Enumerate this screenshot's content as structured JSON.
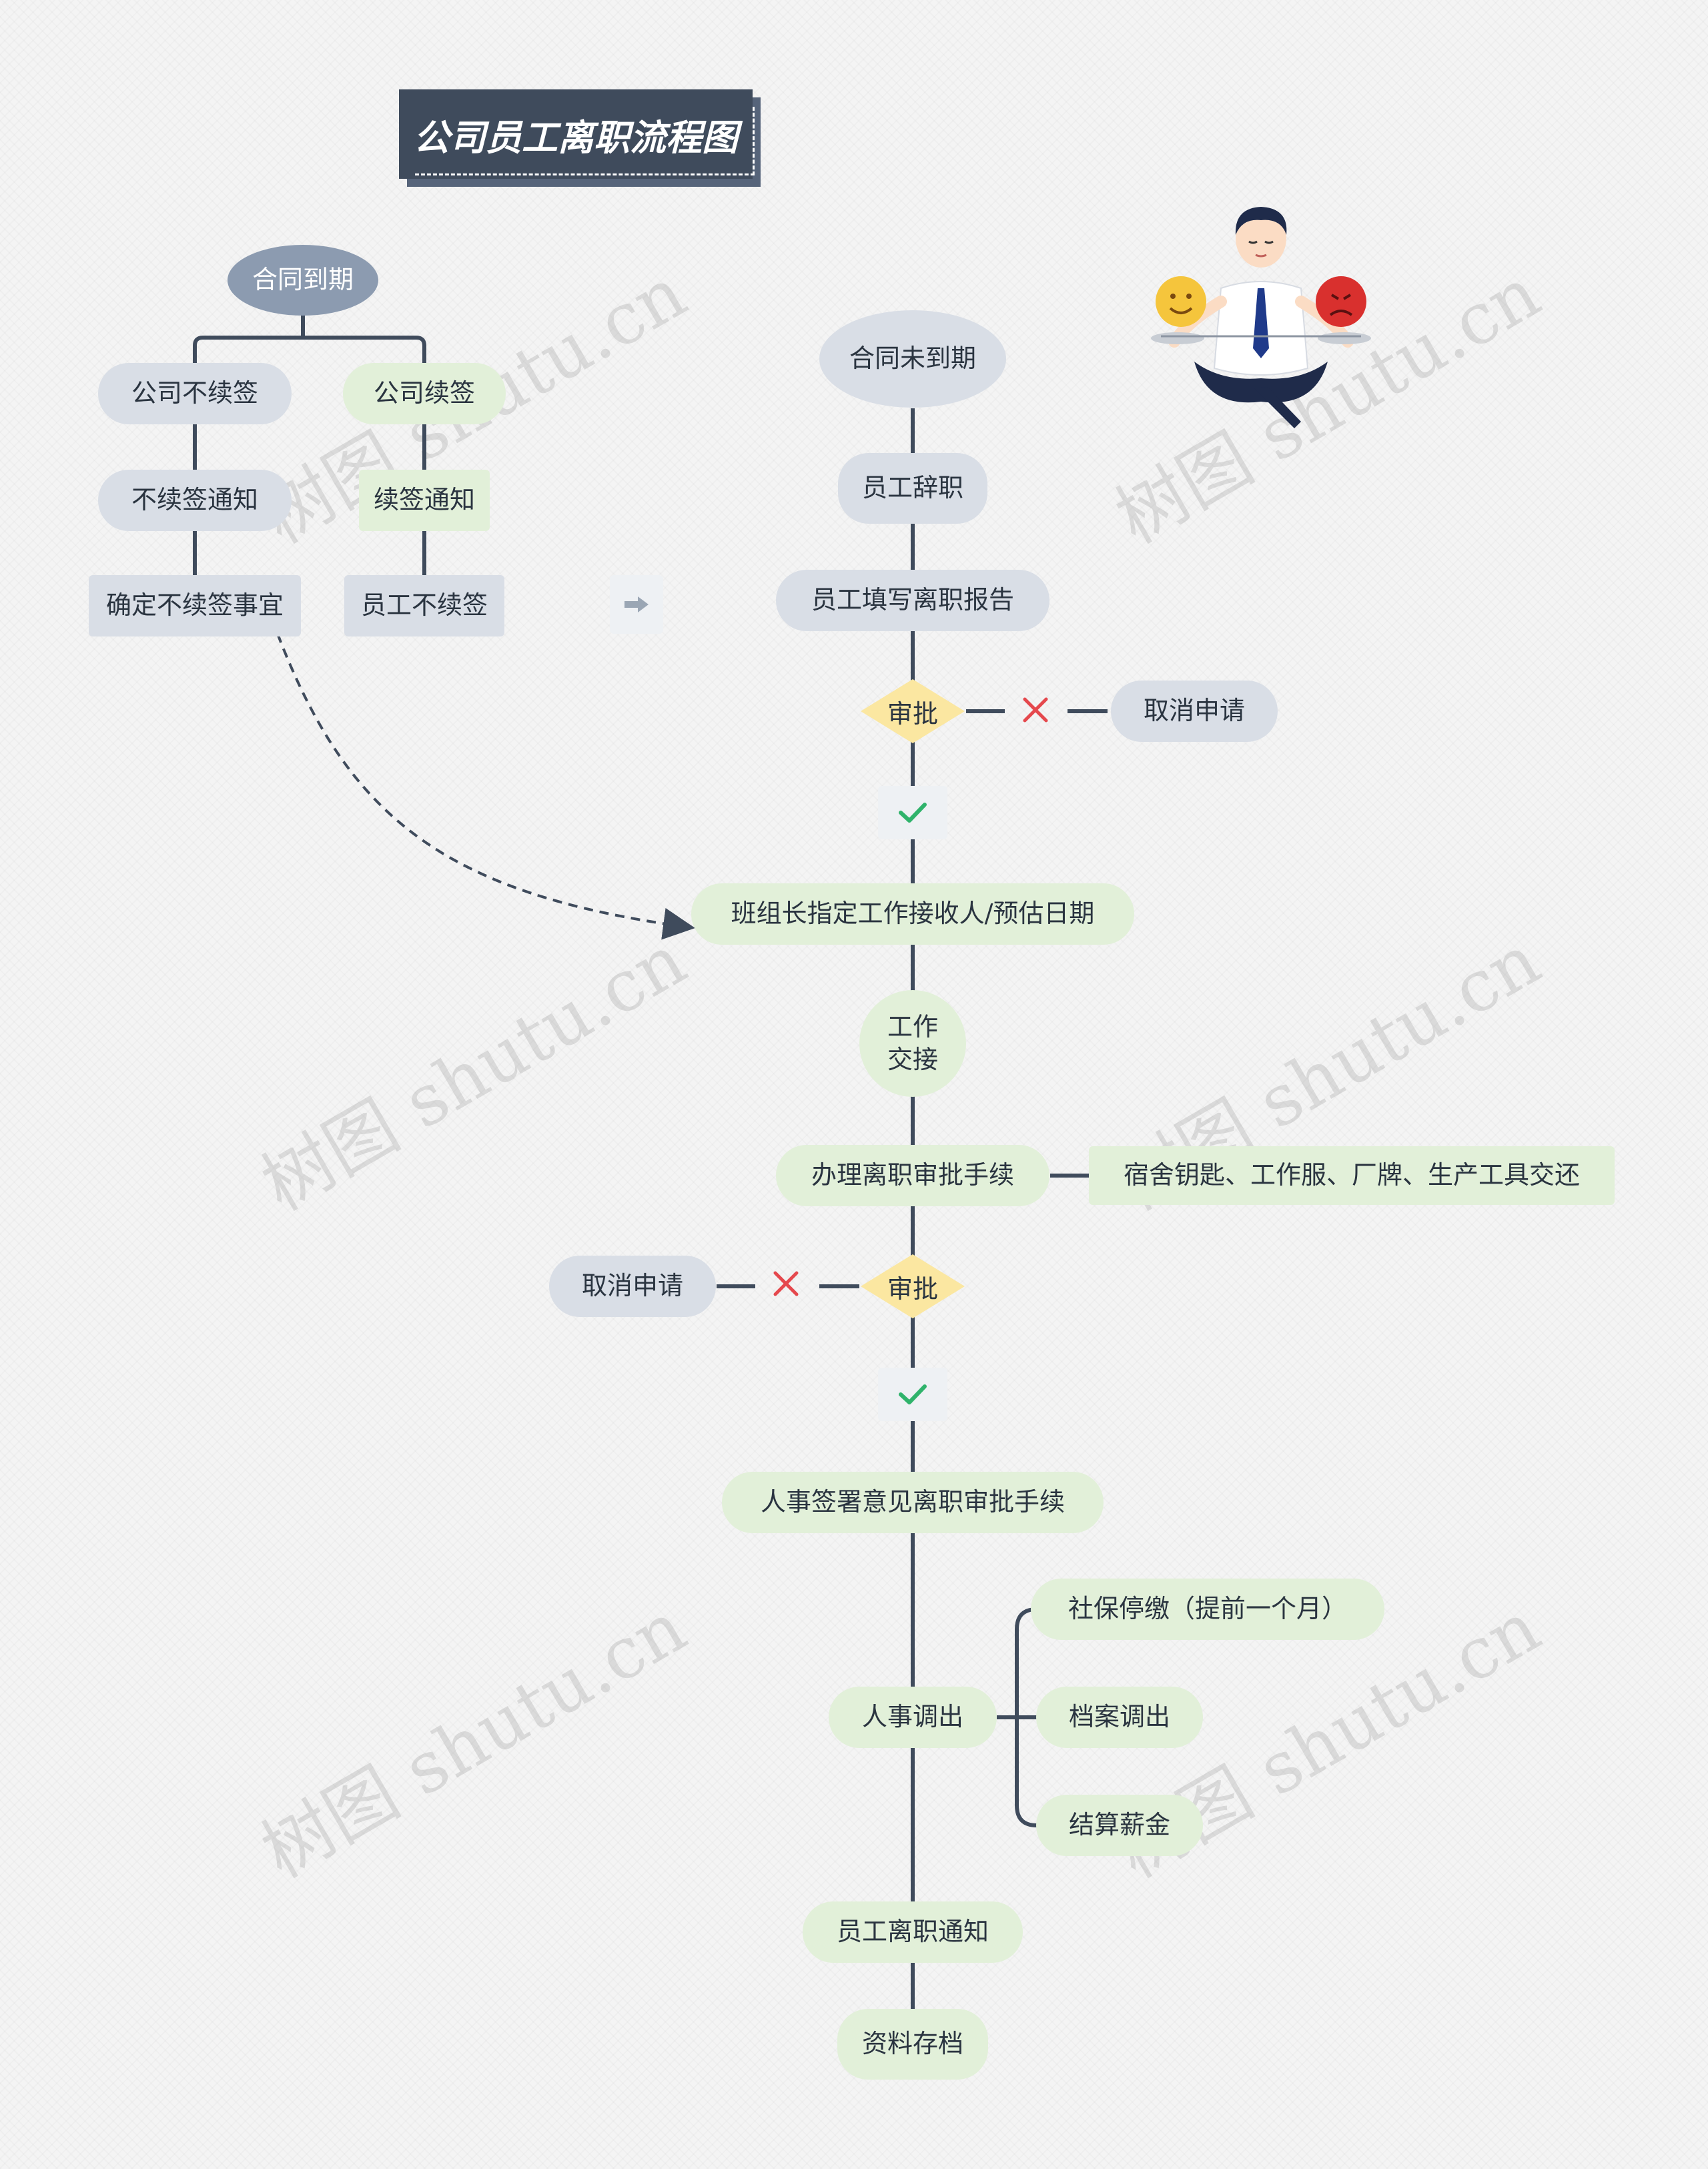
{
  "title": "公司员工离职流程图",
  "watermark": "树图 shutu.cn",
  "expiry_branch": {
    "root": "合同到期",
    "no_renew": "公司不续签",
    "renew": "公司续签",
    "no_renew_notice": "不续签通知",
    "renew_notice": "续签通知",
    "confirm_no_renew": "确定不续签事宜",
    "employee_no_renew": "员工不续签"
  },
  "main_flow": {
    "start": "合同未到期",
    "resign": "员工辞职",
    "report": "员工填写离职报告",
    "approve_1": "审批",
    "cancel_1": "取消申请",
    "assign": "班组长指定工作接收人/预估日期",
    "handover": "工作交接",
    "procedure": "办理离职审批手续",
    "return_items": "宿舍钥匙、工作服、厂牌、生产工具交还",
    "approve_2": "审批",
    "cancel_2": "取消申请",
    "hr_sign": "人事签署意见离职审批手续",
    "hr_transfer": "人事调出",
    "social_security": "社保停缴（提前一个月）",
    "file_transfer": "档案调出",
    "salary": "结算薪金",
    "notice": "员工离职通知",
    "archive": "资料存档"
  },
  "icons": {
    "reject": "cross-icon",
    "accept": "check-icon",
    "arrow": "right-arrow-icon",
    "illustration": "balance-person-illustration"
  },
  "colors": {
    "line": "#3f4b5c",
    "gray_node": "#d9dee6",
    "green_node": "#e2f0d9",
    "diamond": "#fbe7a1",
    "title_bg": "#3f4b5c",
    "root_oval": "#8c9bb0",
    "reject": "#e5484d",
    "accept": "#2fb36b"
  }
}
